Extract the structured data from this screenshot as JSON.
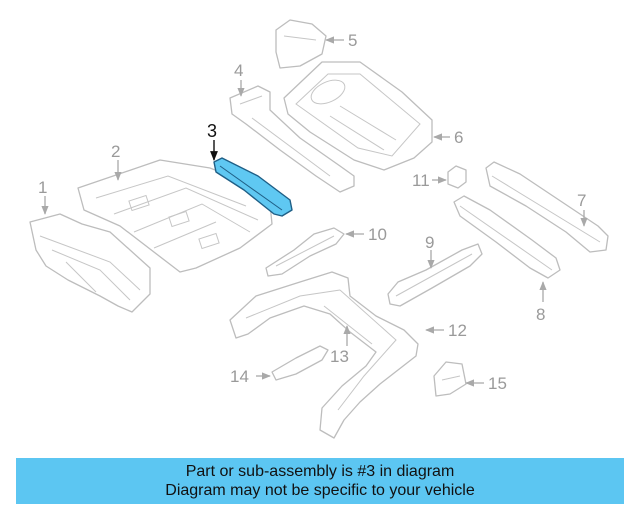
{
  "diagram": {
    "highlight_color": "#5cc6f2",
    "callouts": {
      "p1": "1",
      "p2": "2",
      "p3": "3",
      "p4": "4",
      "p5": "5",
      "p6": "6",
      "p7": "7",
      "p8": "8",
      "p9": "9",
      "p10": "10",
      "p11": "11",
      "p12": "12",
      "p13": "13",
      "p14": "14",
      "p15": "15"
    },
    "highlighted_part": "3"
  },
  "banner": {
    "line1": "Part or sub-assembly is #3 in diagram",
    "line2": "Diagram may not be specific to your vehicle"
  }
}
